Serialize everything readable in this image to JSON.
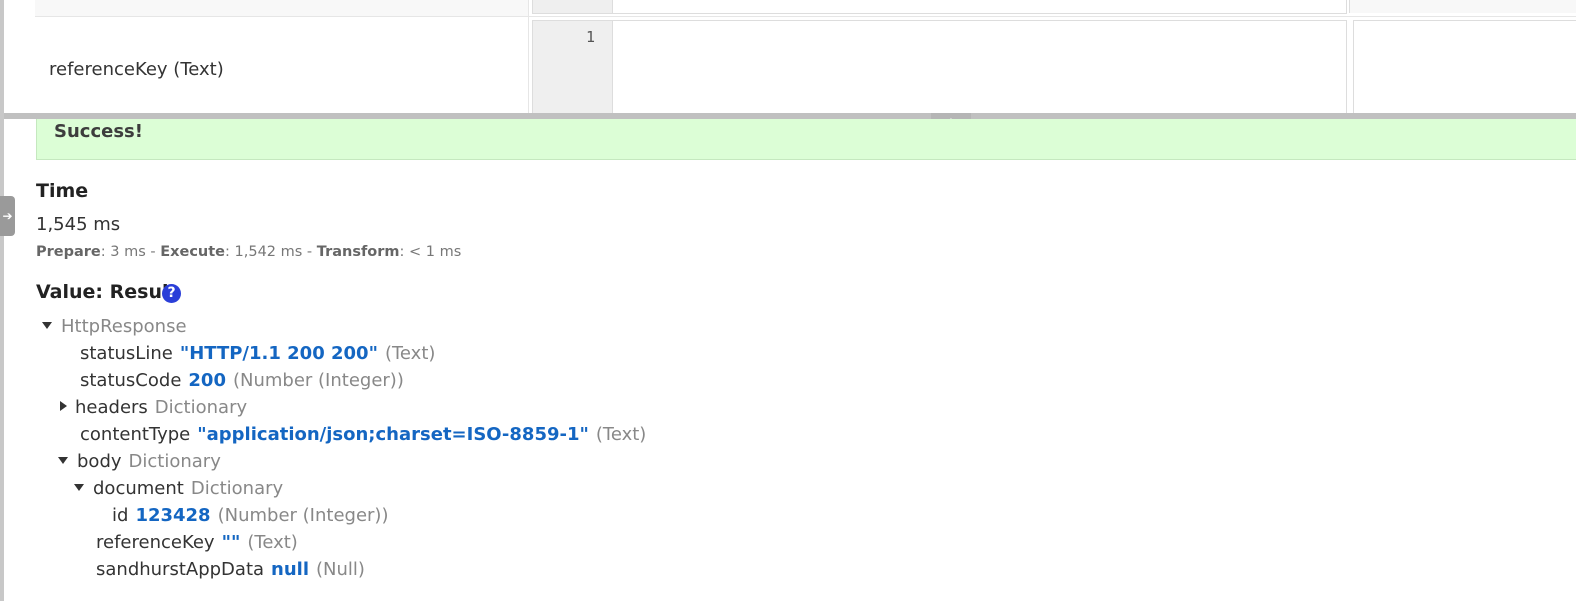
{
  "param_table": {
    "row_label": "referenceKey (Text)",
    "line_number": "1"
  },
  "splitter": {
    "icon": "arrow-up-icon"
  },
  "sidebar_toggle": {
    "icon": "arrow-right-icon"
  },
  "banner": {
    "text": "Success!"
  },
  "time": {
    "title": "Time",
    "value": "1,545 ms",
    "prepare_label": "Prepare",
    "prepare_value": ": 3 ms - ",
    "execute_label": "Execute",
    "execute_value": ": 1,542 ms - ",
    "transform_label": "Transform",
    "transform_value": ": < 1 ms"
  },
  "result": {
    "title": "Value: Result",
    "help_icon": "question-circle-icon",
    "tree": {
      "root": "HttpResponse",
      "status_line_key": "statusLine",
      "status_line_value": "\"HTTP/1.1 200 200\"",
      "status_line_type": "(Text)",
      "status_code_key": "statusCode",
      "status_code_value": "200",
      "status_code_type": "(Number (Integer))",
      "headers_key": "headers",
      "headers_type": "Dictionary",
      "content_type_key": "contentType",
      "content_type_value": "\"application/json;charset=ISO-8859-1\"",
      "content_type_type": "(Text)",
      "body_key": "body",
      "body_type": "Dictionary",
      "document_key": "document",
      "document_type": "Dictionary",
      "id_key": "id",
      "id_value": "123428",
      "id_type": "(Number (Integer))",
      "reference_key_key": "referenceKey",
      "reference_key_value": "\"\"",
      "reference_key_type": "(Text)",
      "sandhurst_key": "sandhurstAppData",
      "sandhurst_value": "null",
      "sandhurst_type": "(Null)"
    }
  }
}
